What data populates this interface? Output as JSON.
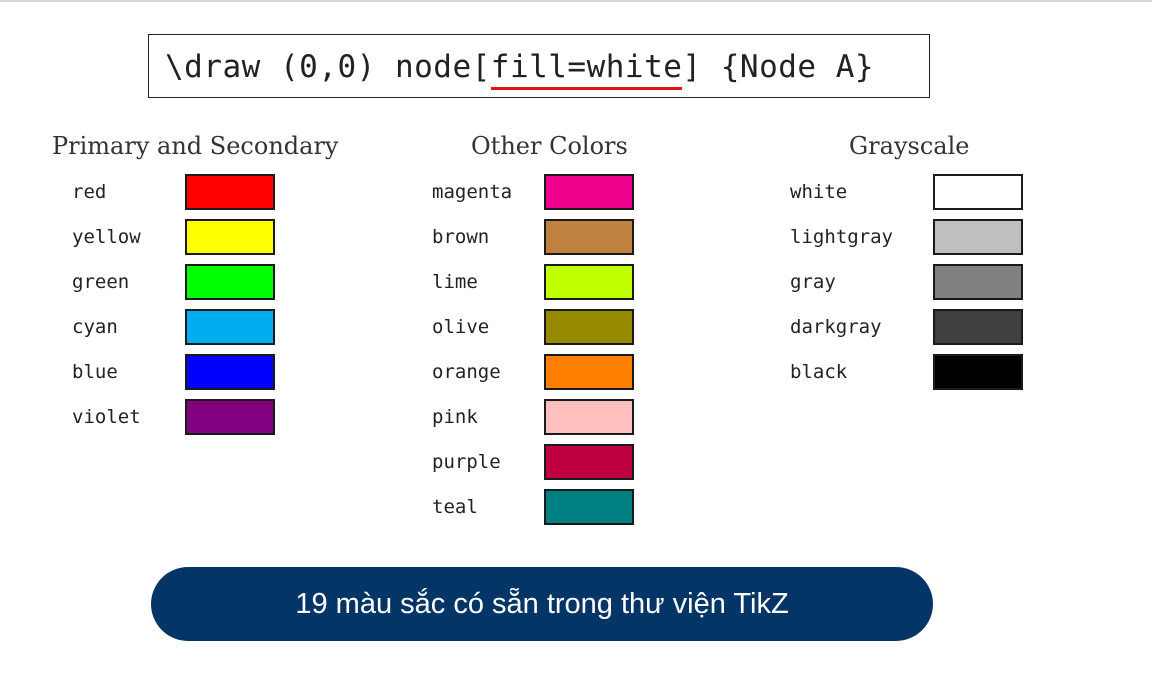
{
  "code": {
    "before": "\\draw (0,0) node[",
    "highlight": "fill=white",
    "after": "] {Node A}",
    "highlight_color": "#e1151a"
  },
  "columns": [
    {
      "title": "Primary and Secondary",
      "colors": [
        {
          "name": "red",
          "hex": "#ff0000"
        },
        {
          "name": "yellow",
          "hex": "#ffff00"
        },
        {
          "name": "green",
          "hex": "#00ff00"
        },
        {
          "name": "cyan",
          "hex": "#00aeef"
        },
        {
          "name": "blue",
          "hex": "#0000ff"
        },
        {
          "name": "violet",
          "hex": "#800080"
        }
      ]
    },
    {
      "title": "Other Colors",
      "colors": [
        {
          "name": "magenta",
          "hex": "#ec008c"
        },
        {
          "name": "brown",
          "hex": "#bf8040"
        },
        {
          "name": "lime",
          "hex": "#bfff00"
        },
        {
          "name": "olive",
          "hex": "#968a00"
        },
        {
          "name": "orange",
          "hex": "#ff8000"
        },
        {
          "name": "pink",
          "hex": "#ffbfbf"
        },
        {
          "name": "purple",
          "hex": "#bf0040"
        },
        {
          "name": "teal",
          "hex": "#008080"
        }
      ]
    },
    {
      "title": "Grayscale",
      "colors": [
        {
          "name": "white",
          "hex": "#ffffff"
        },
        {
          "name": "lightgray",
          "hex": "#bfbfbf"
        },
        {
          "name": "gray",
          "hex": "#808080"
        },
        {
          "name": "darkgray",
          "hex": "#404040"
        },
        {
          "name": "black",
          "hex": "#000000"
        }
      ]
    }
  ],
  "caption": {
    "text": "19 màu sắc có sẵn trong thư viện TikZ",
    "background": "#043567"
  }
}
